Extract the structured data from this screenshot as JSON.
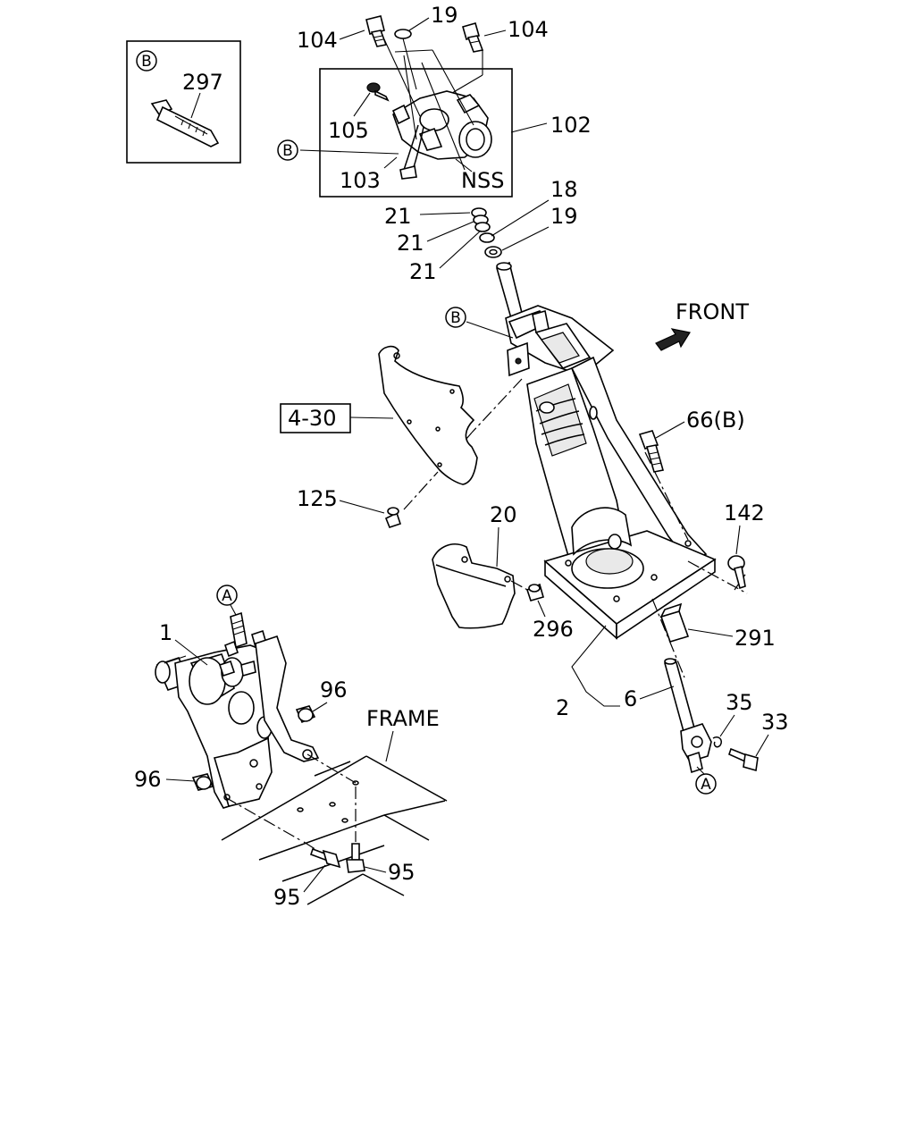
{
  "callouts": {
    "c104a": "104",
    "c19a": "19",
    "c104b": "104",
    "c297": "297",
    "c105": "105",
    "c102": "102",
    "c103": "103",
    "cNSS": "NSS",
    "c18": "18",
    "c21a": "21",
    "c21b": "21",
    "c21c": "21",
    "c19b": "19",
    "cFRONT": "FRONT",
    "c430": "4-30",
    "c66b": "66(B)",
    "c125": "125",
    "c20": "20",
    "c142": "142",
    "c296": "296",
    "c291": "291",
    "c2": "2",
    "c6": "6",
    "c35": "35",
    "c33": "33",
    "c1": "1",
    "c96a": "96",
    "c96b": "96",
    "cFRAME": "FRAME",
    "c95a": "95",
    "c95b": "95"
  },
  "circled_refs": {
    "b_inset": "B",
    "b_102": "B",
    "b_column": "B",
    "a_gear": "A",
    "a_joint": "A"
  }
}
